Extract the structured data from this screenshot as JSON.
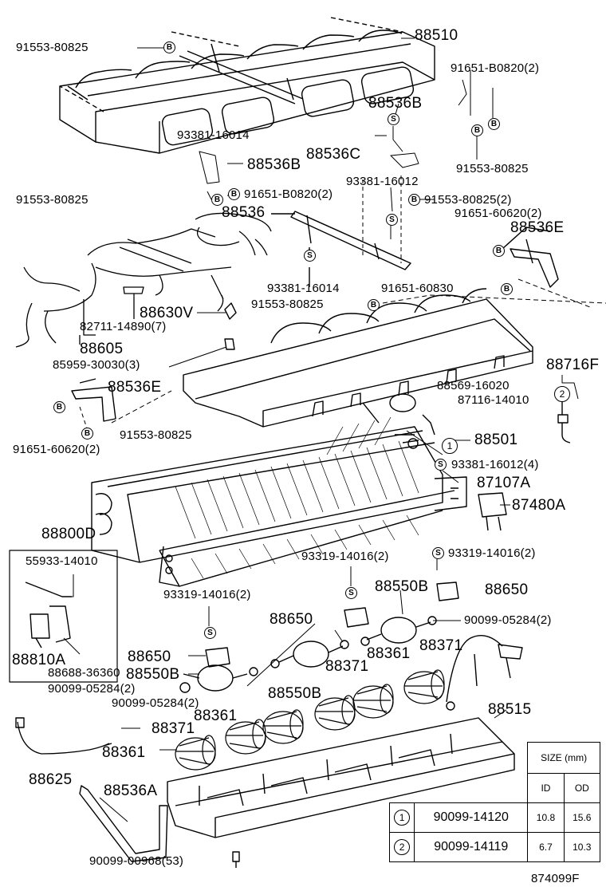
{
  "symbols": {
    "B": "B",
    "S": "S"
  },
  "labels": {
    "p88510": "88510",
    "p91553_a": "91553-80825",
    "p91651_b0820_2a": "91651-B0820(2)",
    "p88536b_a": "88536B",
    "p93381_16014_a": "93381-16014",
    "p88536c": "88536C",
    "p91553_b": "91553-80825",
    "p88536b_b": "88536B",
    "p93381_16012": "93381-16012",
    "p91553_c": "91553-80825",
    "p91651_b0820_2b": "91651-B0820(2)",
    "p91553_2": "91553-80825(2)",
    "p91651_60620_2a": "91651-60620(2)",
    "p88536": "88536",
    "p88536e_a": "88536E",
    "p93381_16014_b": "93381-16014",
    "p91651_60830": "91651-60830",
    "p91553_d": "91553-80825",
    "p88630v": "88630V",
    "p82711": "82711-14890(7)",
    "p88605": "88605",
    "p85959": "85959-30030(3)",
    "p88716f": "88716F",
    "p88536e_b": "88536E",
    "p88569": "88569-16020",
    "p87116": "87116-14010",
    "p91651_60620_2b": "91651-60620(2)",
    "p91553_e": "91553-80825",
    "p88501": "88501",
    "p93381_16012_4": "93381-16012(4)",
    "p87107a": "87107A",
    "p87480a": "87480A",
    "p88800d": "88800D",
    "p55933": "55933-14010",
    "p93319_2a": "93319-14016(2)",
    "p93319_2b": "93319-14016(2)",
    "p88550b_a": "88550B",
    "p88650_a": "88650",
    "p93319_2c": "93319-14016(2)",
    "p88650_b": "88650",
    "p90099_05284_2a": "90099-05284(2)",
    "p88810a": "88810A",
    "p88688": "88688-36360",
    "p88650_c": "88650",
    "p88371_a": "88371",
    "p88361_a": "88361",
    "p88371_b": "88371",
    "p88550b_b": "88550B",
    "p90099_05284_2b": "90099-05284(2)",
    "p88550b_c": "88550B",
    "p90099_05284_2c": "90099-05284(2)",
    "p88515": "88515",
    "p88361_b": "88361",
    "p88371_c": "88371",
    "p88361_c": "88361",
    "p88625": "88625",
    "p88536a": "88536A",
    "p90099_00968": "90099-00968(53)",
    "figure_code": "874099F"
  },
  "circled": {
    "one": "1",
    "two": "2"
  },
  "size_table": {
    "header": "SIZE (mm)",
    "col_id": "ID",
    "col_od": "OD",
    "rows": [
      {
        "num": "1",
        "part": "90099-14120",
        "id": "10.8",
        "od": "15.6"
      },
      {
        "num": "2",
        "part": "90099-14119",
        "id": "6.7",
        "od": "10.3"
      }
    ]
  }
}
